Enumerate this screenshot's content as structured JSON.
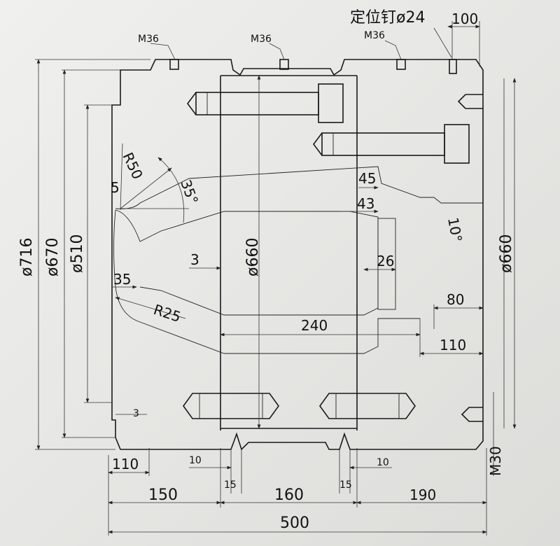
{
  "drawing": {
    "thread_labels": [
      "M36",
      "M36",
      "M36"
    ],
    "locating_pin": "定位钉ø24",
    "pin_offset": "100",
    "dia_716": "ø716",
    "dia_670": "ø670",
    "dia_510": "ø510",
    "radius_50": "R50",
    "dim_5": "5",
    "angle_35": "35°",
    "dim_45": "45",
    "dim_43": "43",
    "angle_10": "10°",
    "dia_660_mid": "ø660",
    "dia_660_right": "ø660",
    "dim_3_mid": "3",
    "dim_26": "26",
    "dim_35": "35",
    "radius_25": "R25",
    "dim_80": "80",
    "dim_240": "240",
    "dim_110_right": "110",
    "dim_3_bottom": "3",
    "dim_110_left": "110",
    "dim_10_left": "10",
    "dim_15_left": "15",
    "dim_15_right": "15",
    "dim_10_right": "10",
    "thread_m30": "M30",
    "dim_150": "150",
    "dim_160": "160",
    "dim_190": "190",
    "dim_500": "500"
  }
}
